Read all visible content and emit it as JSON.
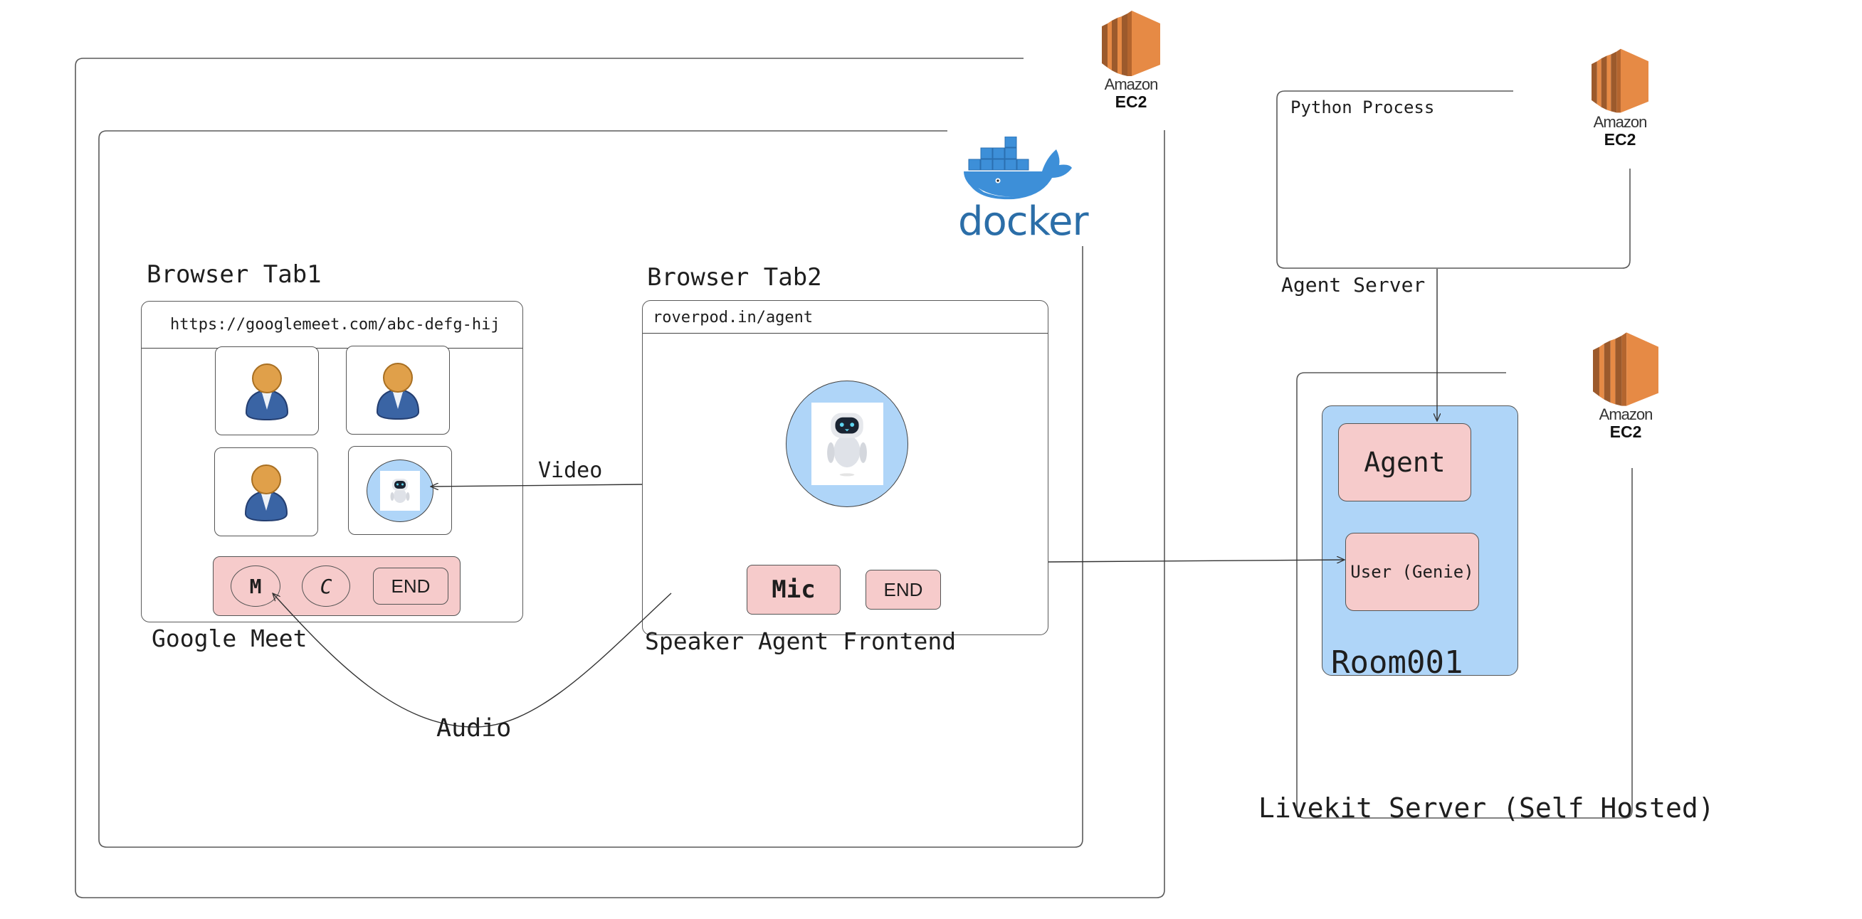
{
  "diagram": {
    "ec2_label_line1": "Amazon",
    "ec2_label_line2": "EC2",
    "docker_label": "docker",
    "browser_tab1": {
      "title": "Browser Tab1",
      "url": "https://googlemeet.com/abc-defg-hij",
      "caption": "Google Meet",
      "participants": [
        "user",
        "user",
        "user",
        "agent-bot"
      ],
      "controls": [
        "M",
        "C",
        "END"
      ]
    },
    "browser_tab2": {
      "title": "Browser Tab2",
      "url": "roverpod.in/agent",
      "caption": "Speaker Agent Frontend",
      "mic_label": "Mic",
      "end_label": "END"
    },
    "agent_server": {
      "inner_label": "Python Process",
      "caption": "Agent Server"
    },
    "livekit": {
      "caption": "Livekit Server (Self Hosted)",
      "room_label": "Room001",
      "agent_label": "Agent",
      "user_label": "User (Genie)"
    },
    "connections": {
      "video_label": "Video",
      "audio_label": "Audio"
    },
    "colors": {
      "pink": "#f6cbcb",
      "blue": "#afd5f8",
      "ec2_orange": "#e68a45",
      "docker_blue": "#3d8fd8"
    }
  }
}
